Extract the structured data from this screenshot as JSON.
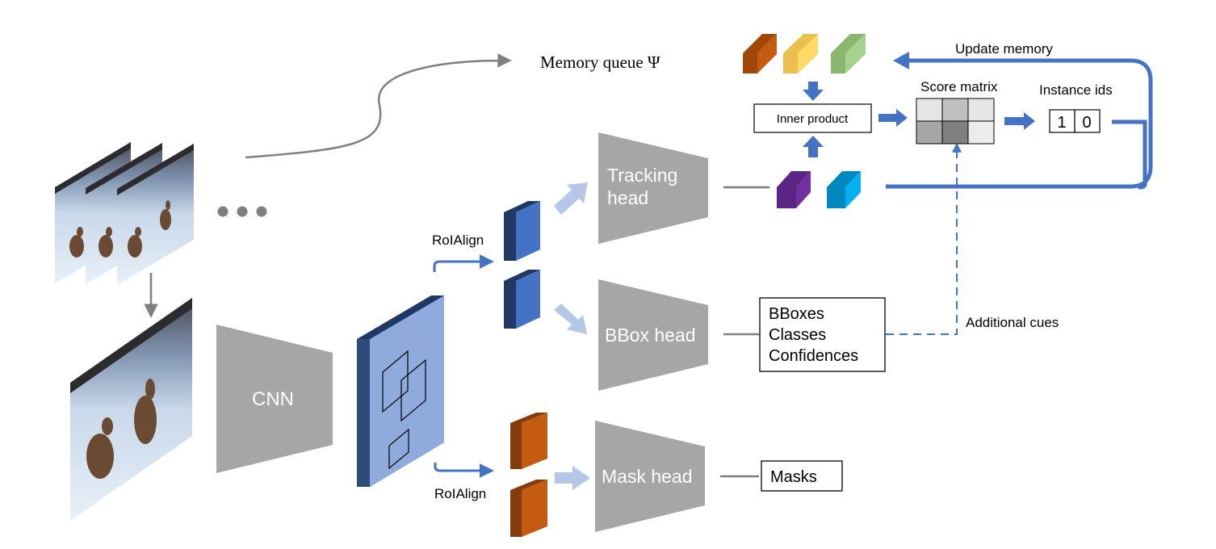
{
  "colors": {
    "head_gray": "#a6a6a6",
    "arrow_blue": "#4472c4",
    "feature_front": "#8faadc",
    "feature_side": "#2f4b7c",
    "roi_blue_front": "#4472c4",
    "roi_blue_side": "#1f3864",
    "roi_orange_front": "#c55a11",
    "roi_orange_side": "#843c0c",
    "light_arrow": "#b4c7e7",
    "emb_orange": "#c55a11",
    "emb_yellow": "#ffd966",
    "emb_green": "#a9d18e",
    "emb_purple": "#7030a0",
    "emb_cyan": "#00b0f0"
  },
  "labels": {
    "memory_queue": "Memory queue Ψ",
    "update_memory": "Update memory",
    "score_matrix": "Score matrix",
    "instance_ids": "Instance ids",
    "inner_product": "Inner product",
    "tracking_head_line1": "Tracking",
    "tracking_head_line2": "head",
    "bbox_head": "BBox head",
    "mask_head": "Mask head",
    "cnn": "CNN",
    "roialign_top": "RoIAlign",
    "roialign_bottom": "RoIAlign",
    "additional_cues": "Additional cues",
    "bboxes": "BBoxes",
    "classes": "Classes",
    "confidences": "Confidences",
    "masks": "Masks",
    "id_0": "1",
    "id_1": "0"
  },
  "score_matrix": {
    "rows": 2,
    "cols": 3,
    "cell_colors": [
      [
        "#e6e6e6",
        "#bfbfbf",
        "#e6e6e6"
      ],
      [
        "#a6a6a6",
        "#7f7f7f",
        "#ececec"
      ]
    ]
  }
}
